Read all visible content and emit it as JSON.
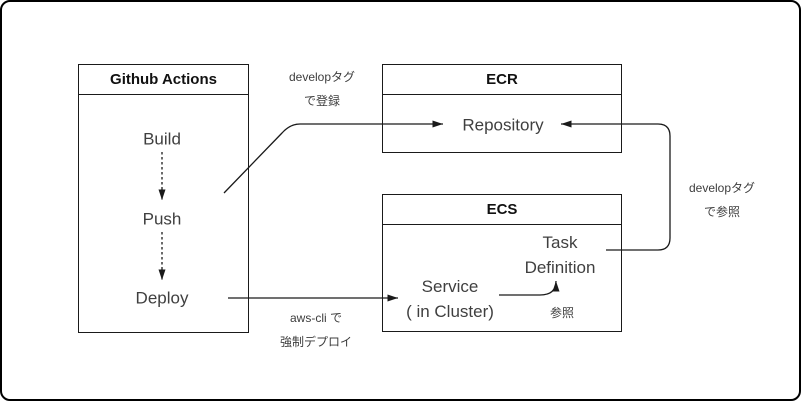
{
  "github_actions": {
    "title": "Github Actions",
    "steps": [
      "Build",
      "Push",
      "Deploy"
    ]
  },
  "ecr": {
    "title": "ECR",
    "repository": "Repository"
  },
  "ecs": {
    "title": "ECS",
    "task_definition": {
      "line1": "Task",
      "line2": "Definition"
    },
    "service": {
      "line1": "Service",
      "line2": "( in Cluster)"
    }
  },
  "edge_labels": {
    "register": {
      "line1": "developタグ",
      "line2": "で登録"
    },
    "reference": {
      "line1": "developタグ",
      "line2": "で参照"
    },
    "force_deploy": {
      "line1": "aws-cli で",
      "line2": "強制デプロイ"
    },
    "refer": "参照"
  },
  "colors": {
    "stroke": "#1a1a1a",
    "node_text": "#3f3f3f",
    "header_text": "#111111",
    "background": "#ffffff"
  }
}
